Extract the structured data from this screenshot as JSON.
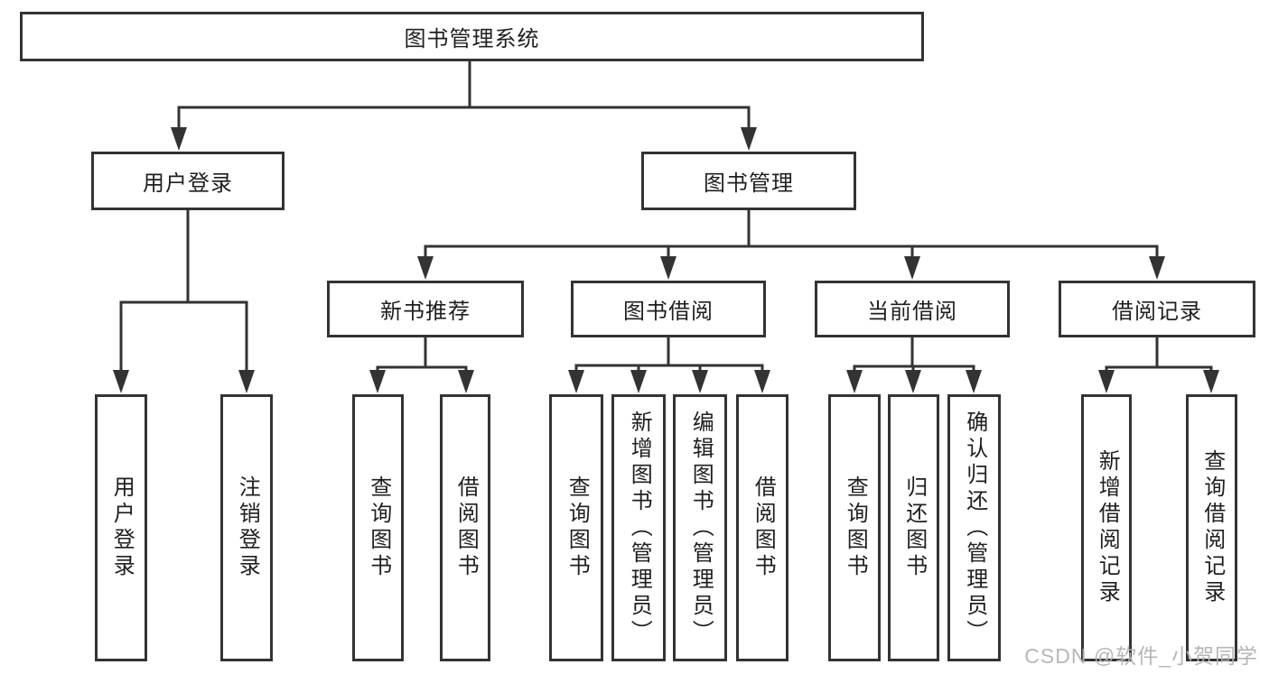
{
  "diagram": {
    "root": {
      "label": "图书管理系统"
    },
    "branches": [
      {
        "label": "用户登录",
        "leaves": [
          {
            "label": "用户登录"
          },
          {
            "label": "注销登录"
          }
        ]
      },
      {
        "label": "图书管理",
        "groups": [
          {
            "label": "新书推荐",
            "leaves": [
              {
                "label": "查询图书"
              },
              {
                "label": "借阅图书"
              }
            ]
          },
          {
            "label": "图书借阅",
            "leaves": [
              {
                "label": "查询图书"
              },
              {
                "label": "新增图书（管理员）"
              },
              {
                "label": "编辑图书（管理员）"
              },
              {
                "label": "借阅图书"
              }
            ]
          },
          {
            "label": "当前借阅",
            "leaves": [
              {
                "label": "查询图书"
              },
              {
                "label": "归还图书"
              },
              {
                "label": "确认归还（管理员）"
              }
            ]
          },
          {
            "label": "借阅记录",
            "leaves": [
              {
                "label": "新增借阅记录"
              },
              {
                "label": "查询借阅记录"
              }
            ]
          }
        ]
      }
    ]
  },
  "watermark": {
    "text": "CSDN @软件_小贺同学"
  },
  "colors": {
    "line": "#333333",
    "text": "#1f1f1f",
    "watermark": "#b2b2b2",
    "background": "#ffffff"
  }
}
